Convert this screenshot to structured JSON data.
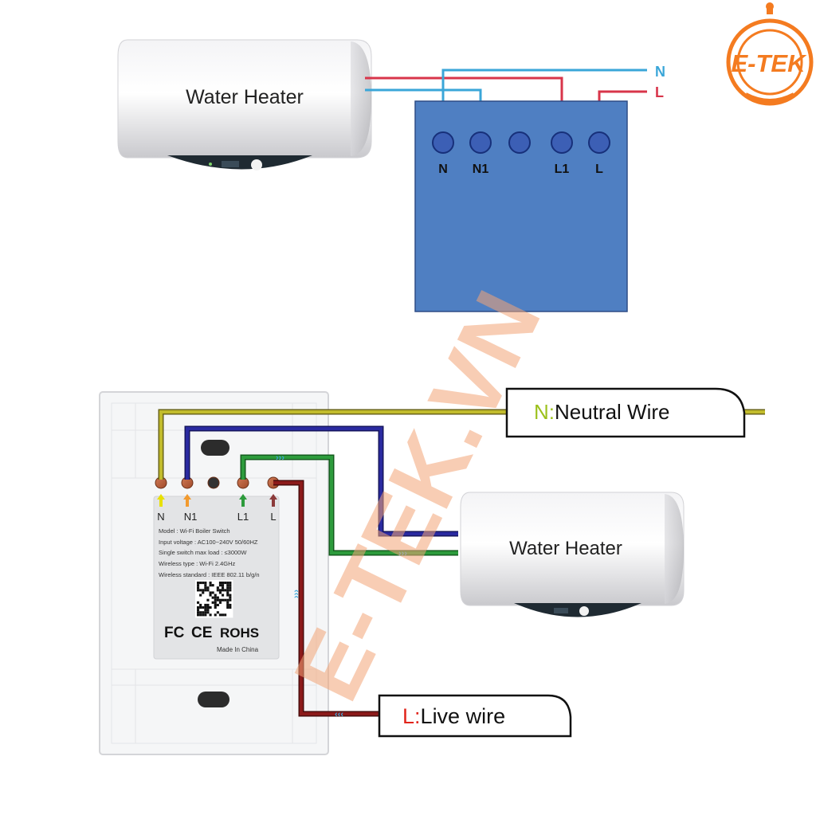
{
  "logo": {
    "text": "E-TEK"
  },
  "watermark": {
    "text": "E-TEK.VN"
  },
  "top": {
    "heater_label": "Water Heater",
    "line_n": "N",
    "line_l": "L",
    "terminals": [
      "N",
      "N1",
      "",
      "L1",
      "L"
    ]
  },
  "bottom": {
    "terminals": [
      "N",
      "N1",
      "",
      "L1",
      "L"
    ],
    "label": {
      "model": "Model : Wi-Fi Boiler Switch",
      "input": "Input voltage : AC100~240V  50/60HZ",
      "load": "Single switch max load : ≤3000W",
      "wireless_type": "Wireless type : Wi-Fi 2.4GHz",
      "wireless_std": "Wireless standard : IEEE 802.11 b/g/n",
      "fc": "FC",
      "ce": "CE",
      "rohs": "ROHS",
      "made_in": "Made In China"
    },
    "heater_label": "Water Heater",
    "neutral": {
      "prefix": "N",
      "sep": ":",
      "text": "Neutral Wire"
    },
    "live": {
      "prefix": "L",
      "sep": ":",
      "text": "Live wire"
    }
  },
  "colors": {
    "wire_blue": "#3aa6d8",
    "wire_red": "#d8354a",
    "module_blue": "#4f7fc2",
    "terminal": "#3c5fb5",
    "neutral_yellow": "#c2bc2c",
    "dark_blue": "#2a2aa0",
    "green": "#2d9b3c",
    "dark_red": "#8b1a1a",
    "logo_orange": "#f47b20",
    "accent_green": "#9cc11c",
    "accent_red": "#e1251b"
  }
}
